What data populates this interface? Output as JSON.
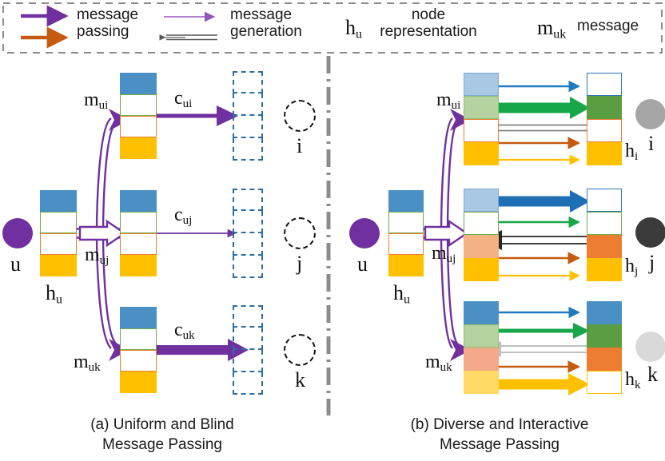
{
  "legend": {
    "items": [
      {
        "id": "message-passing-thick-purple",
        "arrow": "thick-purple-solid",
        "label_line1": "message",
        "label_line2": "passing",
        "color": "#7030A0"
      },
      {
        "id": "message-passing-orange",
        "arrow": "orange-solid",
        "color": "#C55A11"
      },
      {
        "id": "message-generation-light-purple",
        "arrow": "thin-light-purple",
        "label_line1": "message",
        "label_line2": "generation",
        "color": "#A濃"
      },
      {
        "id": "message-generation-gray",
        "arrow": "thin-gray-left",
        "color": "#595959"
      }
    ],
    "message_label": "message",
    "passing_label": "passing",
    "message_label2": "message",
    "generation_label": "generation",
    "node_repr_symbol": "h",
    "node_repr_sub": "u",
    "node_repr_line1": "node",
    "node_repr_line2": "representation",
    "message_symbol": "m",
    "message_sub": "uk",
    "message_word": "message"
  },
  "panel_a": {
    "caption_line1": "(a) Uniform and Blind",
    "caption_line2": "Message Passing",
    "source_node_label": "u",
    "source_vector_label": "h",
    "source_vector_sub": "u",
    "rows": [
      {
        "id": "i",
        "node_label": "i",
        "message_symbol": "m",
        "message_sub": "ui",
        "coef_symbol": "c",
        "coef_sub": "ui",
        "coef_arrow_weight": "medium",
        "vector_cells": [
          {
            "fill": "#4A90C4",
            "border": "#4A90C4",
            "filled": true
          },
          {
            "fill": "#ffffff",
            "border": "#70AD47",
            "filled": false
          },
          {
            "fill": "#ffffff",
            "border": "#ED7D31",
            "filled": false
          },
          {
            "fill": "#FFC000",
            "border": "#FFC000",
            "filled": true
          }
        ],
        "target_cells": 4
      },
      {
        "id": "j",
        "node_label": "j",
        "message_symbol": "m",
        "message_sub": "uj",
        "coef_symbol": "c",
        "coef_sub": "uj",
        "coef_arrow_weight": "thin",
        "vector_cells": [
          {
            "fill": "#4A90C4",
            "border": "#4A90C4",
            "filled": true
          },
          {
            "fill": "#ffffff",
            "border": "#70AD47",
            "filled": false
          },
          {
            "fill": "#ffffff",
            "border": "#ED7D31",
            "filled": false
          },
          {
            "fill": "#FFC000",
            "border": "#FFC000",
            "filled": true
          }
        ],
        "target_cells": 4
      },
      {
        "id": "k",
        "node_label": "k",
        "message_symbol": "m",
        "message_sub": "uk",
        "coef_symbol": "c",
        "coef_sub": "uk",
        "coef_arrow_weight": "thick",
        "vector_cells": [
          {
            "fill": "#4A90C4",
            "border": "#4A90C4",
            "filled": true
          },
          {
            "fill": "#ffffff",
            "border": "#70AD47",
            "filled": false
          },
          {
            "fill": "#ffffff",
            "border": "#ED7D31",
            "filled": false
          },
          {
            "fill": "#FFC000",
            "border": "#FFC000",
            "filled": true
          }
        ],
        "target_cells": 4
      }
    ]
  },
  "panel_b": {
    "caption_line1": "(b) Diverse and Interactive",
    "caption_line2": "Message Passing",
    "source_node_label": "u",
    "source_vector_label": "h",
    "source_vector_sub": "u",
    "source_vector_cells": [
      {
        "fill": "#4A90C4",
        "border": "#4A90C4",
        "filled": true
      },
      {
        "fill": "#ffffff",
        "border": "#70AD47",
        "filled": false
      },
      {
        "fill": "#ffffff",
        "border": "#ED7D31",
        "filled": false
      },
      {
        "fill": "#FFC000",
        "border": "#FFC000",
        "filled": true
      }
    ],
    "rows": [
      {
        "id": "i",
        "node_label": "i",
        "node_circle_color": "#A6A6A6",
        "message_symbol": "m",
        "message_sub": "ui",
        "target_label": "h",
        "target_sub": "i",
        "left_cells": [
          {
            "fill": "#A8C8E4",
            "border": "#7FA9CE"
          },
          {
            "fill": "#B4D3A0",
            "border": "#8FBF6F"
          },
          {
            "fill": "#ffffff",
            "border": "#ED7D31"
          },
          {
            "fill": "#FFC000",
            "border": "#FFC000"
          }
        ],
        "right_cells": [
          {
            "fill": "#ffffff",
            "border": "#2E75B6"
          },
          {
            "fill": "#5A9E41",
            "border": "#5A9E41"
          },
          {
            "fill": "#ffffff",
            "border": "#ED7D31"
          },
          {
            "fill": "#FFC000",
            "border": "#FFC000"
          }
        ],
        "arrows": [
          {
            "name": "blue-arrow",
            "color": "#1F7BC1",
            "weight": "thin",
            "dir": "right"
          },
          {
            "name": "green-arrow",
            "color": "#17A74A",
            "weight": "thick",
            "dir": "right"
          },
          {
            "name": "gray-arrow",
            "color": "#808080",
            "weight": "medium",
            "dir": "left"
          },
          {
            "name": "orange-arrow",
            "color": "#C55A11",
            "weight": "thin",
            "dir": "right"
          },
          {
            "name": "yellow-arrow",
            "color": "#FFC000",
            "weight": "thin",
            "dir": "right"
          }
        ]
      },
      {
        "id": "j",
        "node_label": "j",
        "node_circle_color": "#3B3B3B",
        "message_symbol": "m",
        "message_sub": "uj",
        "target_label": "h",
        "target_sub": "j",
        "left_cells": [
          {
            "fill": "#A8C8E4",
            "border": "#7FA9CE"
          },
          {
            "fill": "#ffffff",
            "border": "#70AD47"
          },
          {
            "fill": "#F4B183",
            "border": "#F4B183"
          },
          {
            "fill": "#FFC000",
            "border": "#FFC000"
          }
        ],
        "right_cells": [
          {
            "fill": "#ffffff",
            "border": "#2E75B6"
          },
          {
            "fill": "#ffffff",
            "border": "#70AD47"
          },
          {
            "fill": "#ED7D31",
            "border": "#ED7D31"
          },
          {
            "fill": "#FFC000",
            "border": "#FFC000"
          }
        ],
        "arrows": [
          {
            "name": "blue-arrow",
            "color": "#1F6FB5",
            "weight": "thick",
            "dir": "right"
          },
          {
            "name": "green-arrow",
            "color": "#17A74A",
            "weight": "thin",
            "dir": "right"
          },
          {
            "name": "black-arrow",
            "color": "#262626",
            "weight": "medium",
            "dir": "left"
          },
          {
            "name": "orange-arrow",
            "color": "#C55A11",
            "weight": "thin",
            "dir": "right"
          },
          {
            "name": "yellow-arrow",
            "color": "#FFC000",
            "weight": "thin",
            "dir": "right"
          }
        ]
      },
      {
        "id": "k",
        "node_label": "k",
        "node_circle_color": "#D9D9D9",
        "message_symbol": "m",
        "message_sub": "uk",
        "target_label": "h",
        "target_sub": "k",
        "left_cells": [
          {
            "fill": "#4A90C4",
            "border": "#4A90C4"
          },
          {
            "fill": "#B4D3A0",
            "border": "#8FBF6F"
          },
          {
            "fill": "#F4A98A",
            "border": "#F4A98A"
          },
          {
            "fill": "#FFD966",
            "border": "#FFD966"
          }
        ],
        "right_cells": [
          {
            "fill": "#4A90C4",
            "border": "#4A90C4"
          },
          {
            "fill": "#5A9E41",
            "border": "#5A9E41"
          },
          {
            "fill": "#ED7D31",
            "border": "#ED7D31"
          },
          {
            "fill": "#ffffff",
            "border": "#FFC000"
          }
        ],
        "arrows": [
          {
            "name": "blue-arrow",
            "color": "#1F7BC1",
            "weight": "thin",
            "dir": "right"
          },
          {
            "name": "green-arrow",
            "color": "#17A74A",
            "weight": "medium",
            "dir": "right"
          },
          {
            "name": "light-gray-arrow",
            "color": "#BFBFBF",
            "weight": "medium",
            "dir": "left"
          },
          {
            "name": "orange-arrow",
            "color": "#C55A11",
            "weight": "thin",
            "dir": "right"
          },
          {
            "name": "yellow-arrow",
            "color": "#FFC000",
            "weight": "thick",
            "dir": "right"
          }
        ]
      }
    ]
  },
  "colors": {
    "purple": "#7030A0",
    "light_purple": "#B07FD0",
    "orange": "#C55A11",
    "gray": "#595959",
    "dashed_box": "#2E6DA4",
    "divider": "#8C8C8C"
  }
}
